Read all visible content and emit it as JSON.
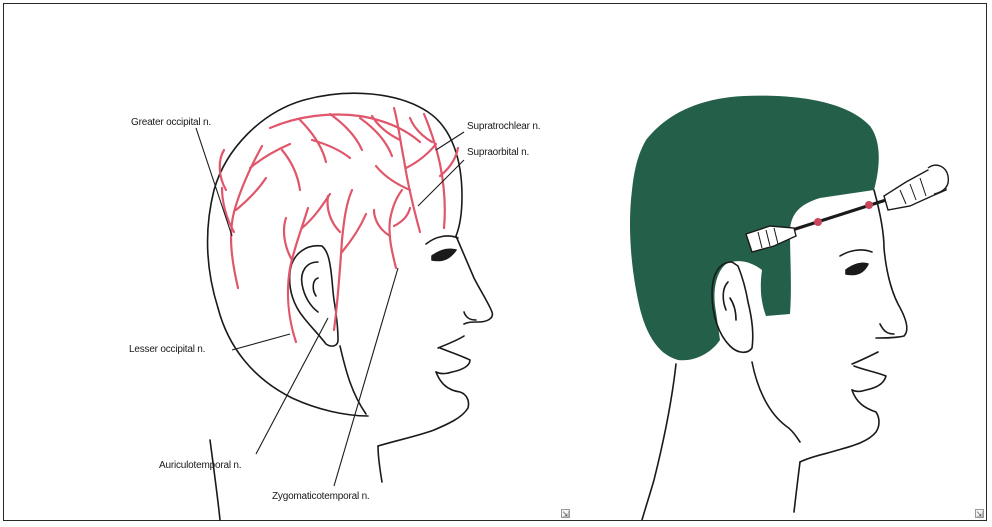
{
  "figure": {
    "left_panel": {
      "labels": {
        "greater_occipital": "Greater occipital n.",
        "supratrochlear": "Supratrochlear n.",
        "supraorbital": "Supraorbital n.",
        "lesser_occipital": "Lesser occipital n.",
        "auriculotemporal": "Auriculotemporal n.",
        "zygomaticotemporal": "Zygomaticotemporal n."
      }
    },
    "right_panel": {}
  },
  "colors": {
    "nerve": "#e0566a",
    "hair_block": "#246049",
    "outline": "#1a1a1a",
    "needle_point": "#c8475d"
  },
  "icons": {
    "resize_handle": "resize-handle-icon"
  }
}
